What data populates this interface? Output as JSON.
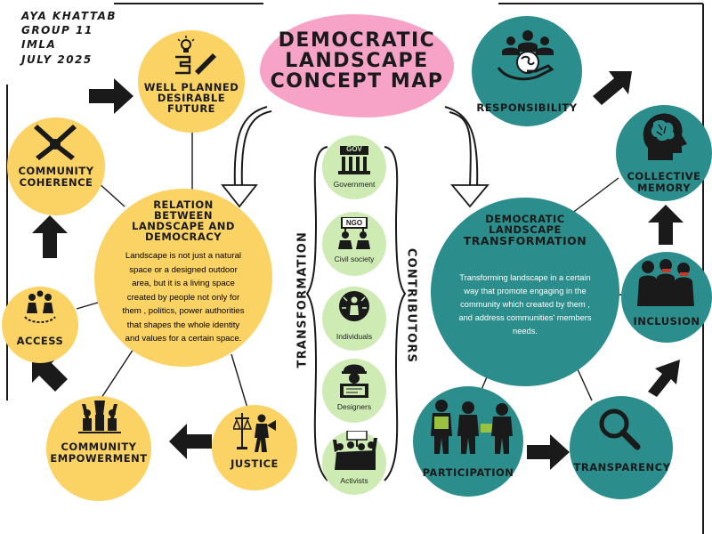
{
  "header": {
    "author": "AYA KHATTAB",
    "group": "GROUP 11",
    "course": "IMLA",
    "date": "JULY 2025"
  },
  "title": {
    "line1": "DEMOCRATIC",
    "line2": "LANDSCAPE",
    "line3": "CONCEPT MAP"
  },
  "relation": {
    "title1": "RELATION",
    "title2": "BETWEEN",
    "title3": "LANDSCAPE AND",
    "title4": "DEMOCRACY",
    "body1": "Landscape is not just a natural",
    "body2": "space or a designed outdoor",
    "body3": "area, but it is a living space",
    "body4": "created by people not only for",
    "body5": "them , politics, power authorities",
    "body6": "that shapes the whole identity",
    "body7": "and values for a certain space."
  },
  "transformation": {
    "title1": "DEMOCRATIC",
    "title2": "LANDSCAPE",
    "title3": "TRANSFORMATION",
    "body1": "Transforming landscape  in a certain",
    "body2": "way that promote engaging in the",
    "body3": "community which created by them ,",
    "body4": "and address communities' members",
    "body5": "needs."
  },
  "left_nodes": {
    "future1": "WELL PLANNED",
    "future2": "DESIRABLE",
    "future3": "FUTURE",
    "coherence1": "COMMUNITY",
    "coherence2": "COHERENCE",
    "access": "ACCESS",
    "empower1": "COMMUNITY",
    "empower2": "EMPOWERMENT",
    "justice": "JUSTICE"
  },
  "right_nodes": {
    "responsibility": "RESPONSIBILITY",
    "memory1": "COLLECTIVE",
    "memory2": "MEMORY",
    "inclusion": "INCLUSION",
    "transparency": "TRANSPARENCY",
    "participation": "PARTICIPATION"
  },
  "vertical": {
    "left": "TRANSFORMATION",
    "right": "CONTRIBUTORS"
  },
  "contributors": {
    "gov_sign": "GOV",
    "government": "Government",
    "ngo_sign": "NGO",
    "civil": "Civil society",
    "individuals": "Individuals",
    "designers": "Designers",
    "activists": "Activists"
  },
  "colors": {
    "yellow": "#fbd264",
    "teal": "#2c8e8c",
    "green": "#cdebb3",
    "pink": "#f7a3c8",
    "ink": "#1a1a1a"
  }
}
